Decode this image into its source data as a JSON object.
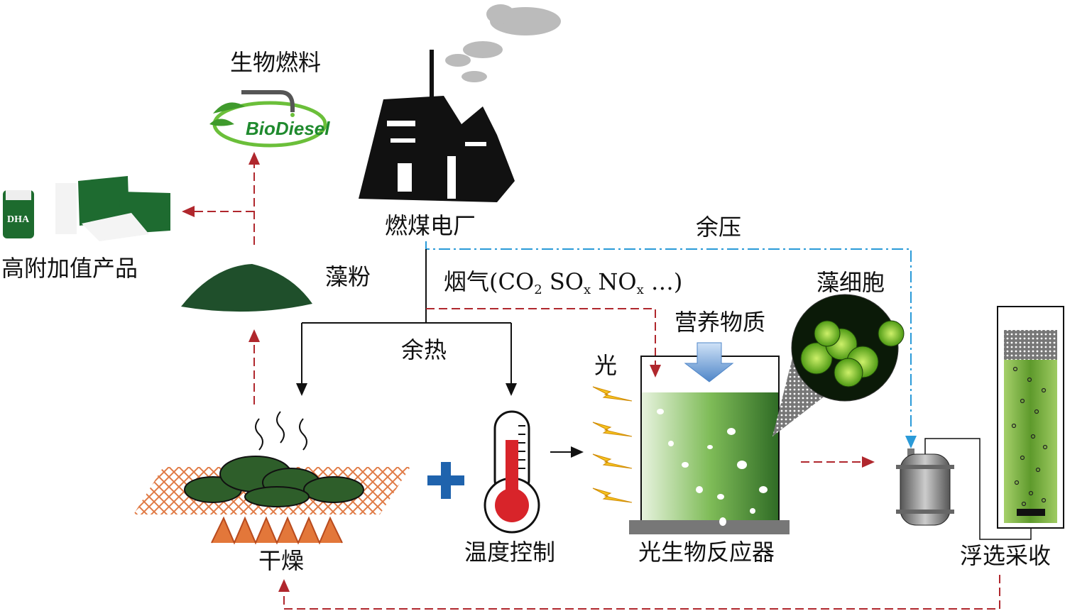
{
  "labels": {
    "biofuel": "生物燃料",
    "power_plant": "燃煤电厂",
    "residual_pressure": "余压",
    "high_value_products": "高附加值产品",
    "algae_powder": "藻粉",
    "flue_gas_prefix": "烟气(CO",
    "flue_gas_sub1": "2",
    "flue_gas_so": " SO",
    "flue_gas_sub2": "x",
    "flue_gas_no": " NO",
    "flue_gas_sub3": "x",
    "flue_gas_suffix": " …)",
    "algae_cells": "藻细胞",
    "nutrients": "营养物质",
    "waste_heat": "余热",
    "light": "光",
    "drying": "干燥",
    "temperature_control": "温度控制",
    "photobioreactor": "光生物反应器",
    "flotation_harvest": "浮选采收"
  },
  "logos": {
    "biodiesel": "BioDiesel",
    "dha": "DHA"
  },
  "colors": {
    "red_flow": "#b0272d",
    "blue_flow": "#2a9ad8",
    "algae_green": "#2e5e2a",
    "reactor_green": "#6fae4a",
    "plus_blue": "#1f63ad",
    "flame_orange": "#d9662a"
  }
}
